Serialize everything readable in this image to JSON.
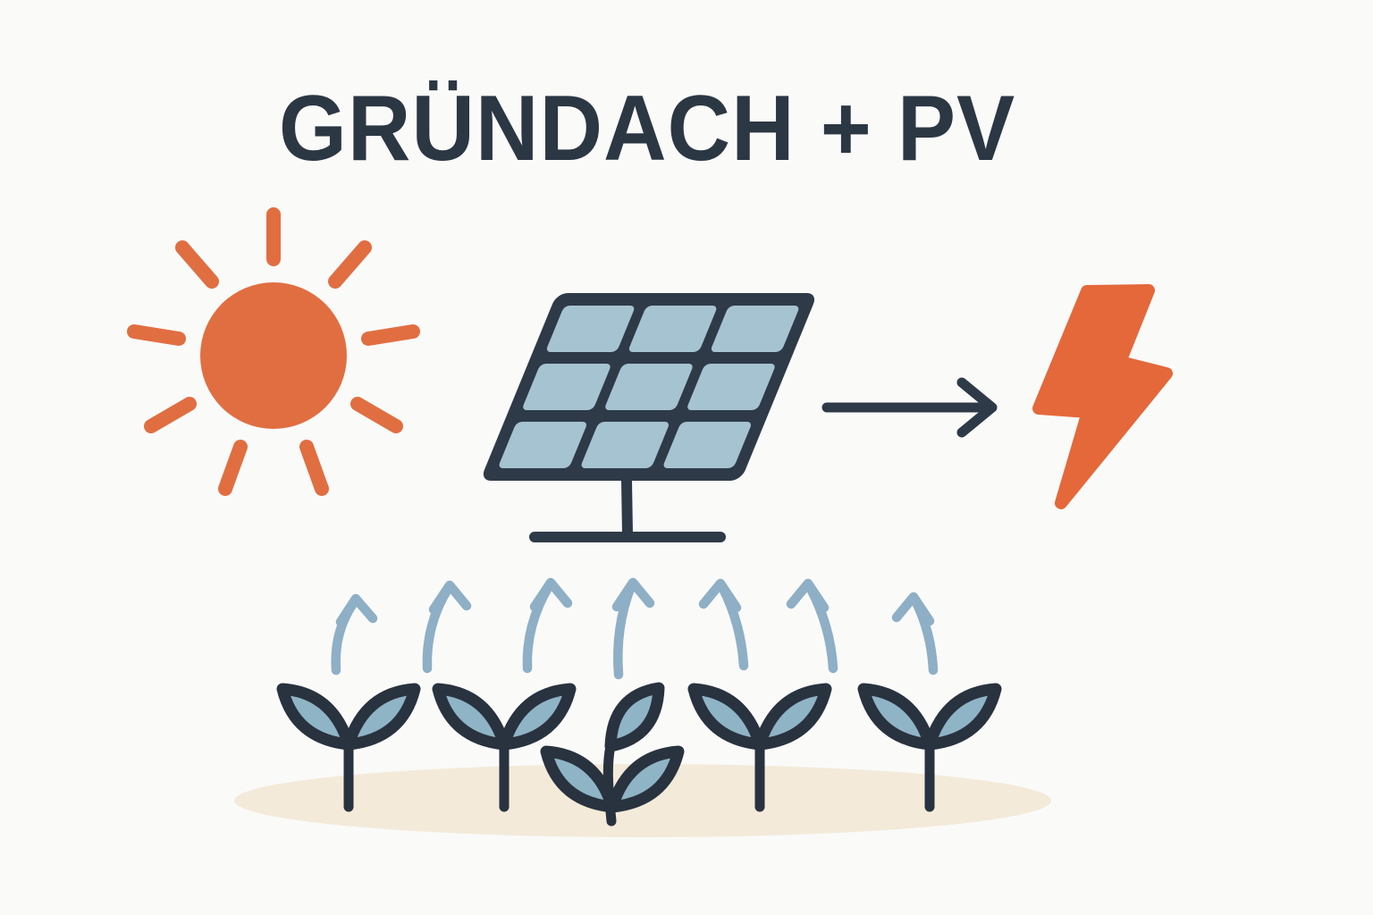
{
  "title": "GRÜNDACH + PV",
  "colors": {
    "bg": "#FAFAF9",
    "title_navy": "#2C3744",
    "navy": "#2E3A48",
    "plant_navy": "#29323F",
    "orange": "#E16E41",
    "bolt_orange": "#E4683A",
    "leaf_blue": "#8FB4C6",
    "cell_blue": "#A6C3D1",
    "steam_blue": "#8EAFC5",
    "sand": "#F3EAD9"
  },
  "scene": {
    "sun": {
      "icon": "sun-icon",
      "ray_count": 9
    },
    "solar_panel": {
      "icon": "solar-panel-icon",
      "grid_rows": 3,
      "grid_cols": 3
    },
    "flow_arrow": {
      "icon": "arrow-right-icon",
      "direction": "right"
    },
    "electricity": {
      "icon": "lightning-bolt-icon"
    },
    "evaporation": {
      "icon": "up-arrow-icon",
      "arrow_count": 7
    },
    "green_roof": {
      "icon": "plant-icon",
      "plant_count": 5
    },
    "ground": {
      "icon": "ground-shadow"
    }
  }
}
